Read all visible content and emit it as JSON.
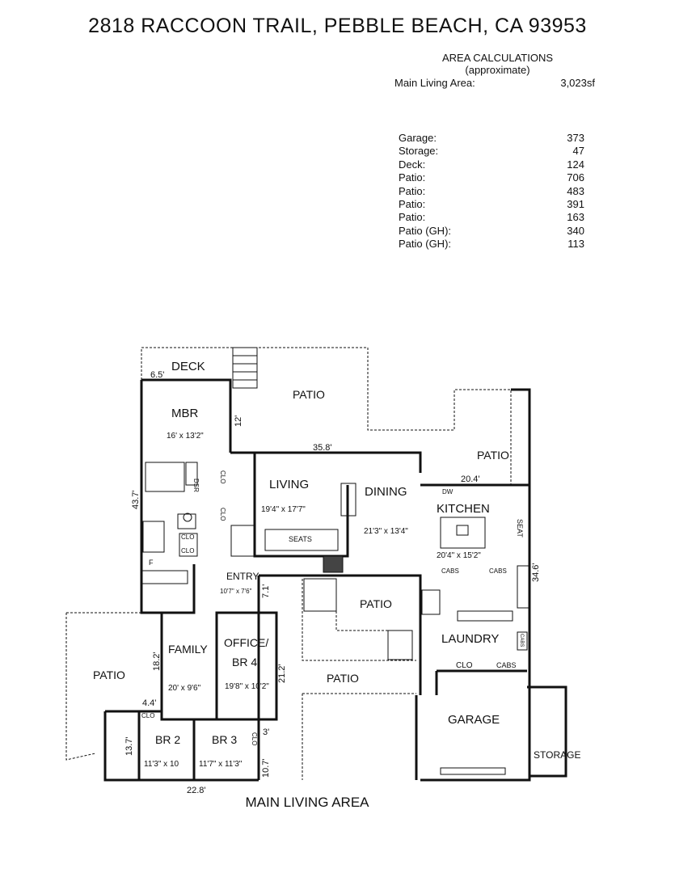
{
  "title": "2818 RACCOON TRAIL, PEBBLE BEACH, CA  93953",
  "area": {
    "heading": "AREA CALCULATIONS",
    "subheading": "(approximate)",
    "main_label": "Main Living Area:",
    "main_value": "3,023sf",
    "rows": [
      {
        "label": "Garage:",
        "value": "373"
      },
      {
        "label": "Storage:",
        "value": "47"
      },
      {
        "label": "Deck:",
        "value": "124"
      },
      {
        "label": "Patio:",
        "value": "706"
      },
      {
        "label": "Patio:",
        "value": "483"
      },
      {
        "label": "Patio:",
        "value": "391"
      },
      {
        "label": "Patio:",
        "value": "163"
      },
      {
        "label": "Patio (GH):",
        "value": "340"
      },
      {
        "label": "Patio (GH):",
        "value": "113"
      }
    ]
  },
  "rooms": {
    "deck": "DECK",
    "mbr": "MBR",
    "mbr_dim": "16' x 13'2\"",
    "patio": "PATIO",
    "living": "LIVING",
    "living_dim": "19'4\" x 17'7\"",
    "dining": "DINING",
    "dining_dim": "21'3\" x 13'4\"",
    "kitchen": "KITCHEN",
    "kitchen_dim": "20'4\" x 15'2\"",
    "seats": "SEATS",
    "seat": "SEAT",
    "entry": "ENTRY",
    "entry_dim": "10'7\" x 7'6\"",
    "family": "FAMILY",
    "family_dim": "20' x 9'6\"",
    "office": "OFFICE/",
    "office2": "BR 4",
    "office_dim": "19'8\" x 10'2\"",
    "br2": "BR 2",
    "br2_dim": "11'3\" x 10",
    "br3": "BR 3",
    "br3_dim": "11'7\" x 11'3\"",
    "laundry": "LAUNDRY",
    "garage": "GARAGE",
    "storage": "STORAGE",
    "clo": "CLO",
    "cabs": "CABS",
    "dsr": "DSR",
    "dw": "DW",
    "f": "F"
  },
  "dims": {
    "d6_5": "6.5'",
    "d12": "12'",
    "d35_8": "35.8'",
    "d20_4": "20.4'",
    "d43_7": "43.7'",
    "d34_6": "34.6'",
    "d7_1": "7.1'",
    "d18_2": "18.2'",
    "d21_2": "21.2'",
    "d4_4": "4.4'",
    "d13_7": "13.7'",
    "d3": "3'",
    "d10_7": "10.7'",
    "d22_8": "22.8'"
  },
  "caption": "MAIN LIVING AREA"
}
